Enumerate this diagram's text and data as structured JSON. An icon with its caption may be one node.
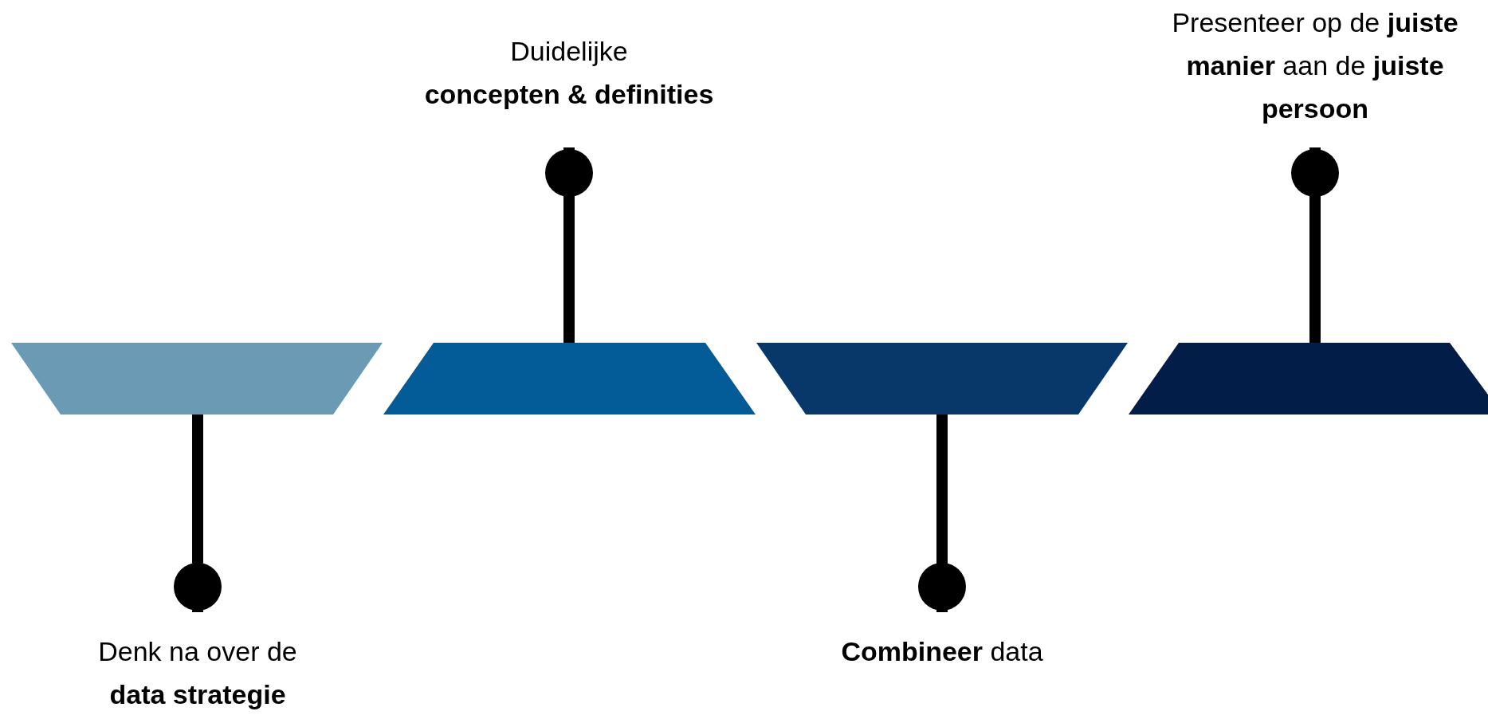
{
  "diagram": {
    "nodes": [
      {
        "text": [
          "Duidelijke **concepten & definities**"
        ]
      },
      {
        "text": [
          "Presenteer op de **juiste manier** aan de **juiste persoon**"
        ]
      },
      {
        "text": [],
        "shape": "trapezoid"
      },
      {
        "text": [],
        "shape": "trapezoid"
      },
      {
        "text": [],
        "shape": "trapezoid"
      },
      {
        "text": [],
        "shape": "trapezoid"
      },
      {
        "text": [
          "Denk na over de **data strategie**"
        ]
      },
      {
        "text": [
          "**Combineer** data"
        ]
      }
    ],
    "edges": [
      {
        "from": 6,
        "to": 2,
        "arrow": "other"
      },
      {
        "from": 0,
        "to": 3,
        "arrow": "other"
      },
      {
        "from": 7,
        "to": 4,
        "arrow": "other"
      },
      {
        "from": 1,
        "to": 5,
        "arrow": "other"
      }
    ]
  }
}
